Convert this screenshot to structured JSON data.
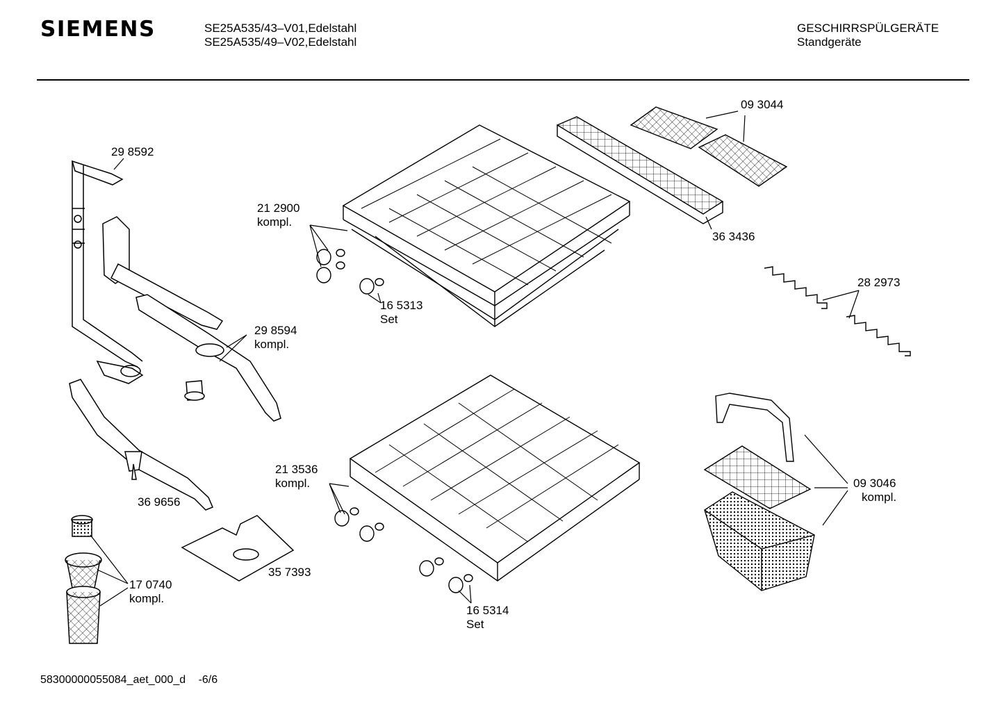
{
  "header": {
    "brand": "SIEMENS",
    "model_line_1": "SE25A535/43–V01,Edelstahl",
    "model_line_2": "SE25A535/49–V02,Edelstahl",
    "category": "GESCHIRRSPÜLGERÄTE",
    "subcategory": "Standgeräte"
  },
  "parts": [
    {
      "number": "29 8592",
      "note": ""
    },
    {
      "number": "21 2900",
      "note": "kompl."
    },
    {
      "number": "16 5313",
      "note": "Set"
    },
    {
      "number": "09 3044",
      "note": ""
    },
    {
      "number": "36 3436",
      "note": ""
    },
    {
      "number": "28 2973",
      "note": ""
    },
    {
      "number": "29 8594",
      "note": "kompl."
    },
    {
      "number": "36 9656",
      "note": ""
    },
    {
      "number": "21 3536",
      "note": "kompl."
    },
    {
      "number": "09 3046",
      "note": "kompl."
    },
    {
      "number": "35 7393",
      "note": ""
    },
    {
      "number": "17 0740",
      "note": "kompl."
    },
    {
      "number": "16 5314",
      "note": "Set"
    }
  ],
  "footer": {
    "doc_id": "58300000055084_aet_000_d",
    "page": "-6/6"
  }
}
